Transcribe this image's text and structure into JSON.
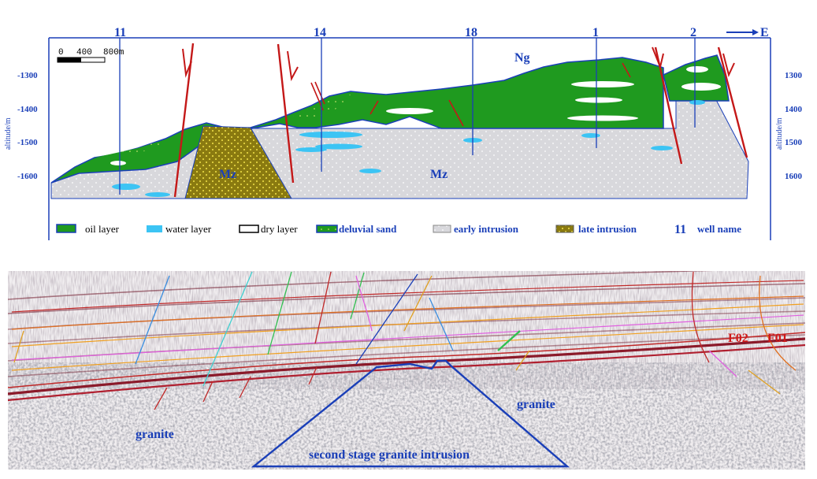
{
  "section": {
    "wells": [
      "11",
      "14",
      "18",
      "1",
      "2"
    ],
    "direction": "E",
    "scale": {
      "ticks": [
        "0",
        "400",
        "800m"
      ]
    },
    "axis_title": "altitude/m",
    "depth_ticks": [
      "-1300",
      "-1400",
      "-1500",
      "-1600"
    ],
    "depth_ticks_right": [
      "1300",
      "1400",
      "1500",
      "1600"
    ],
    "units": {
      "ng": "Ng",
      "mz_left": "Mz",
      "mz_right": "Mz"
    }
  },
  "legend": {
    "oil": "oil layer",
    "water": "water layer",
    "dry": "dry layer",
    "deluvial": "deluvial sand",
    "early": "early intrusion",
    "late": "late intrusion",
    "well_sample": "11",
    "well_name": "well name"
  },
  "seismic": {
    "granite_left": "granite",
    "granite_right": "granite",
    "intrusion": "second stage granite intrusion",
    "fault_a": "F02",
    "fault_b": "F01"
  },
  "colors": {
    "oil": "#1f9a1f",
    "water": "#3cc4f4",
    "early": "#d8d8dc",
    "late": "#8a7a10",
    "blue": "#1a3fb8",
    "fault": "#c41818"
  }
}
